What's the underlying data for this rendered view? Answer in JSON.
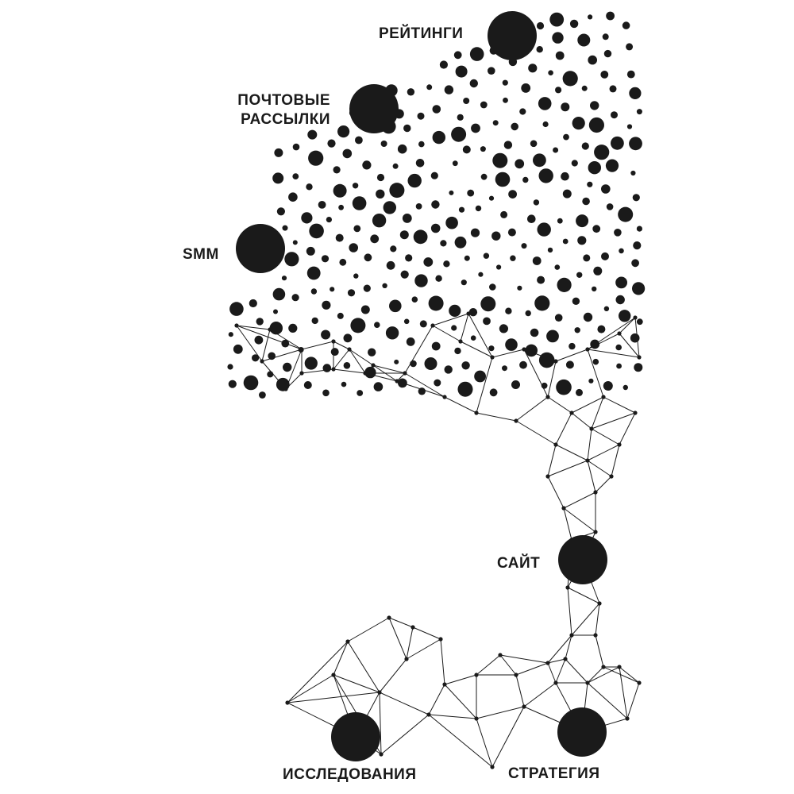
{
  "nodes": {
    "ratings": {
      "label": "РЕЙТИНГИ"
    },
    "mailings": {
      "label_line1": "ПОЧТОВЫЕ",
      "label_line2": "РАССЫЛКИ"
    },
    "smm": {
      "label": "SMM"
    },
    "site": {
      "label": "САЙТ"
    },
    "research": {
      "label": "ИССЛЕДОВАНИЯ"
    },
    "strategy": {
      "label": "СТРАТЕГИЯ"
    }
  },
  "colors": {
    "ink": "#1a1a1a",
    "background": "#ffffff"
  }
}
